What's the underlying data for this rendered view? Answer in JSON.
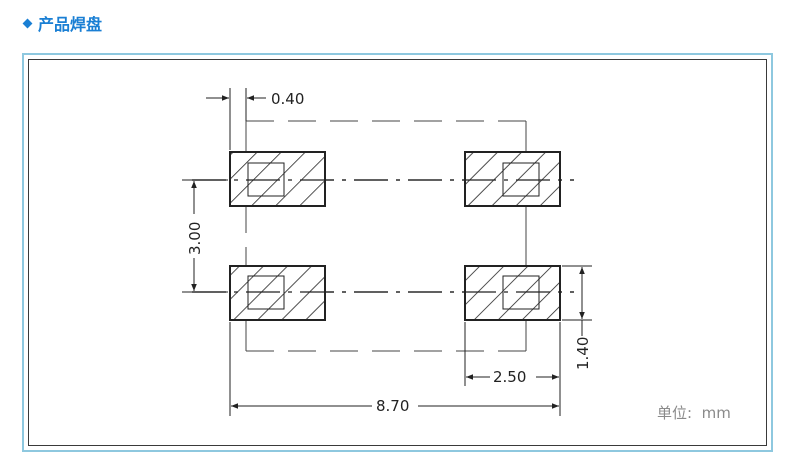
{
  "header": {
    "title": "产品焊盘",
    "icon": "diamond-icon",
    "color": "#1a7fd4"
  },
  "drawing": {
    "dimensions": {
      "gap": "0.40",
      "pitch_vertical": "3.00",
      "pad_height": "1.40",
      "pad_width": "2.50",
      "overall_width": "8.70"
    },
    "unit_label": "单位:  mm"
  },
  "colors": {
    "frame_outer": "#8ec8df",
    "line": "#222222",
    "unit_text": "#8a8a8a"
  }
}
